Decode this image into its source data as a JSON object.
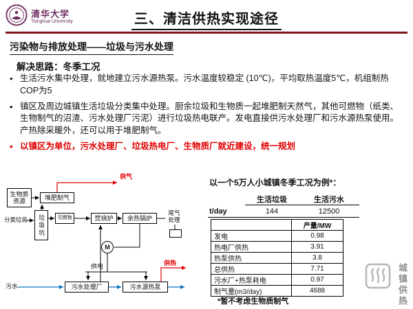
{
  "logo": {
    "university_cn": "清华大学",
    "university_en": "Tsinghua University"
  },
  "title": "三、清洁供热实现途径",
  "section": {
    "heading": "污染物与排放处理——垃圾与污水处理",
    "approach": "解决思路：冬季工况",
    "bullets": [
      "生活污水集中处理，就地建立污水源热泵。污水温度较稳定 (10℃)，平均取热温度5℃，机组制热COP为5",
      "镇区及周边城镇生活垃圾分类集中处理。厨余垃圾和生物质一起堆肥制天然气，其他可燃物（纸类、生物制气的沼渣、污水处理厂污泥）进行垃圾热电联产。发电直接供污水处理厂和污水源热泵使用。产热除采暖外，还可以用于堆肥制气。",
      "以镇区为单位，污水处理厂、垃圾热电厂、生物质厂就近建设，统一规划"
    ],
    "bullet_marker": "•"
  },
  "diagram": {
    "gas_supply": "供气",
    "biomass": "生物质资源",
    "compost": "堆肥制气",
    "sorted_waste": "分类垃圾",
    "waste_pit": "垃圾坑",
    "combustibles": "可燃物",
    "incinerator": "焚烧炉",
    "waste_heat_boiler": "余热锅炉",
    "tail_gas": "尾气处理",
    "motor": "M",
    "power_supply": "供电",
    "heat_supply": "供热",
    "sewage": "污水",
    "sewage_plant": "污水处理厂",
    "sewage_heat_pump": "污水源热泵"
  },
  "example": {
    "title": "以一个5万人小城镇冬季工况为例*：",
    "input_table": {
      "unit_label": "t/day",
      "columns": [
        "生活垃圾",
        "生活污水"
      ],
      "values": [
        "144",
        "12500"
      ]
    },
    "output_table": {
      "header": "产量/MW",
      "rows": [
        {
          "label": "发电",
          "value": "0.98"
        },
        {
          "label": "热电厂供热",
          "value": "3.91"
        },
        {
          "label": "热泵供热",
          "value": "3.8"
        },
        {
          "label": "总供热",
          "value": "7.71"
        },
        {
          "label": "污水厂+热泵耗电",
          "value": "0.97"
        },
        {
          "label": "制气量(m3/day)",
          "value": "4688"
        }
      ]
    },
    "footnote": "*暂不考虑生物质制气"
  },
  "watermark": "城镇供热",
  "colors": {
    "accent_red": "#e00000",
    "rule_maroon": "#7f1519",
    "tsinghua_purple": "#6f2d62",
    "water_blue": "#0070c0",
    "watermark_gray": "#8f8f8f"
  }
}
